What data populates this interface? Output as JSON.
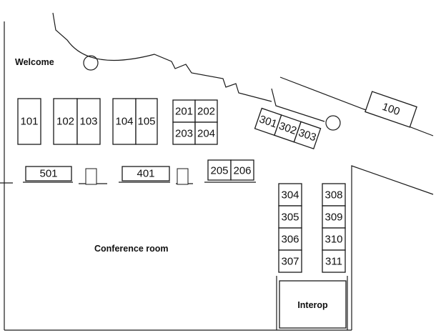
{
  "labels": {
    "welcome": "Welcome",
    "conference_room": "Conference room",
    "interop": "Interop"
  },
  "booths": {
    "b100": "100",
    "b101": "101",
    "b102": "102",
    "b103": "103",
    "b104": "104",
    "b105": "105",
    "b201": "201",
    "b202": "202",
    "b203": "203",
    "b204": "204",
    "b205": "205",
    "b206": "206",
    "b301": "301",
    "b302": "302",
    "b303": "303",
    "b304": "304",
    "b305": "305",
    "b306": "306",
    "b307": "307",
    "b308": "308",
    "b309": "309",
    "b310": "310",
    "b311": "311",
    "b401": "401",
    "b501": "501"
  }
}
